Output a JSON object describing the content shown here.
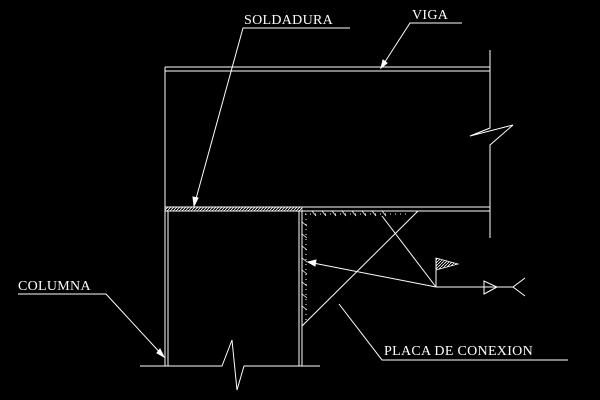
{
  "labels": {
    "soldadura": "SOLDADURA",
    "viga": "VIGA",
    "columna": "COLUMNA",
    "placa": "PLACA DE CONEXION"
  },
  "colors": {
    "background": "#000000",
    "line": "#ffffff",
    "text": "#ffffff"
  },
  "icons": {
    "weld_flag": "weld-flag-icon",
    "weld_tail": "weld-tail-icon"
  }
}
